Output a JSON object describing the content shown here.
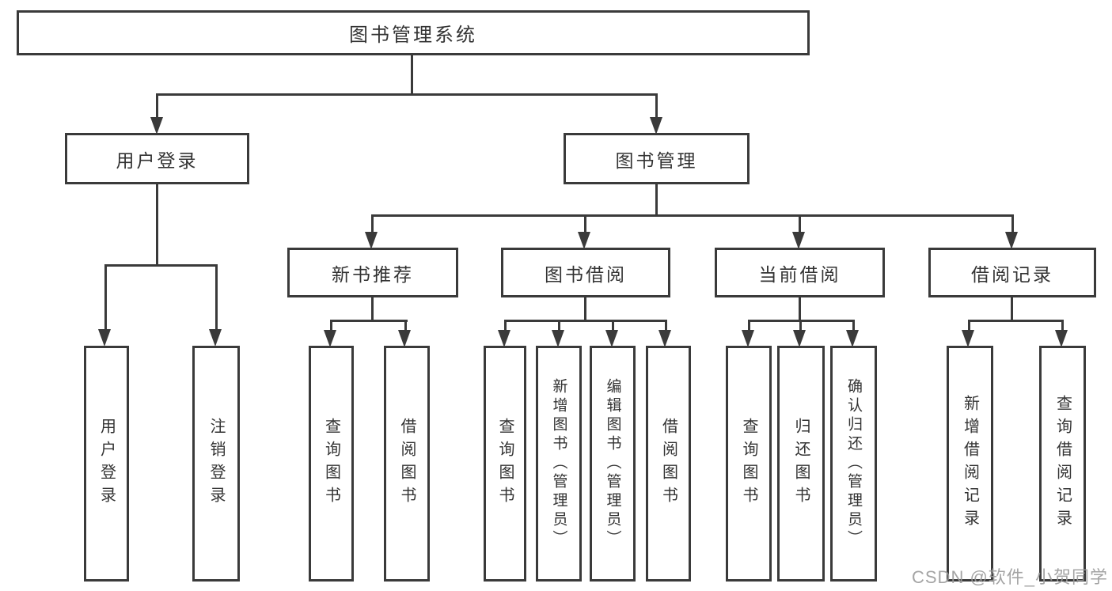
{
  "diagram": {
    "title": "图书管理系统",
    "colors": {
      "line": "#3a3a3a",
      "text": "#333333",
      "box_background": "#ffffff",
      "page_background": "#ffffff"
    },
    "nodes": {
      "root": "图书管理系统",
      "level2": [
        "用户登录",
        "图书管理"
      ],
      "level3": [
        "新书推荐",
        "图书借阅",
        "当前借阅",
        "借阅记录"
      ],
      "leaves": {
        "user_login": [
          "用户登录",
          "注销登录"
        ],
        "new_book": [
          "查询图书",
          "借阅图书"
        ],
        "book_borrow": [
          "查询图书",
          "新增图书（管理员）",
          "编辑图书（管理员）",
          "借阅图书"
        ],
        "current_borrow": [
          "查询图书",
          "归还图书",
          "确认归还（管理员）"
        ],
        "borrow_records": [
          "新增借阅记录",
          "查询借阅记录"
        ]
      }
    }
  },
  "watermark": {
    "text": "CSDN @软件_小贺同学",
    "color": "#9b9b9b"
  }
}
